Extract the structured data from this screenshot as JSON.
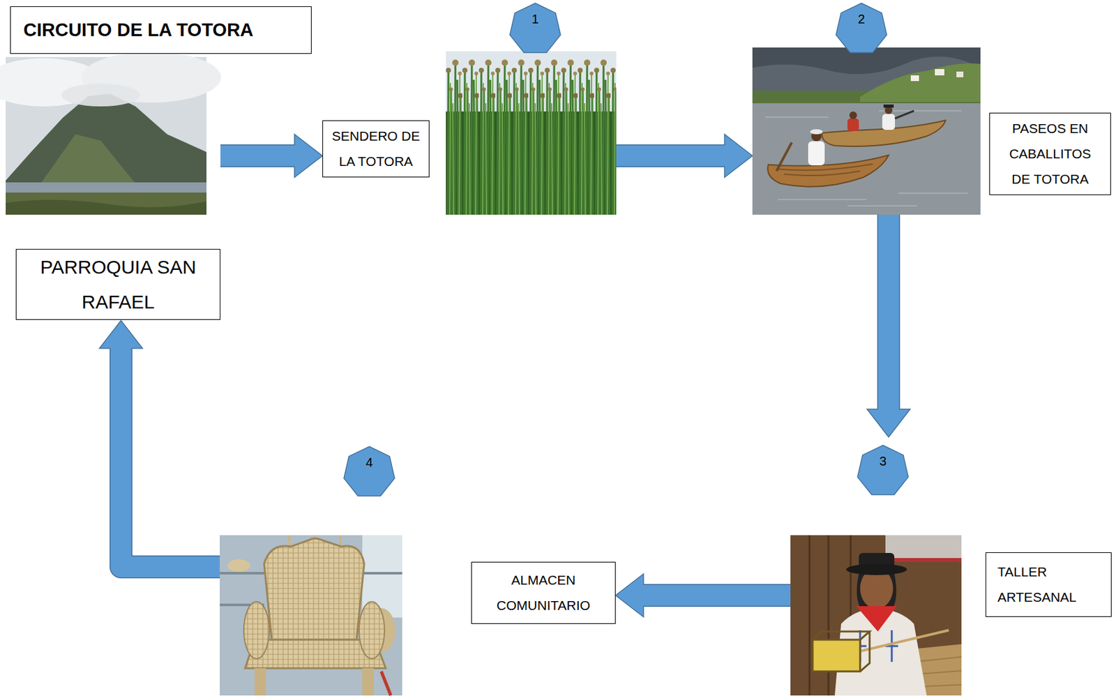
{
  "diagram": {
    "title": "CIRCUITO DE LA TOTORA",
    "nodes": [
      {
        "text": [
          "PARROQUIA SAN RAFAEL"
        ]
      },
      {
        "text": [
          "SENDERO DE LA TOTORA"
        ]
      },
      {
        "text": [
          "PASEOS EN CABALLITOS DE TOTORA"
        ]
      },
      {
        "text": [
          "TALLER ARTESANAL"
        ]
      },
      {
        "text": [
          "ALMACEN COMUNITARIO"
        ]
      }
    ],
    "edges": [
      {
        "from": 0,
        "to": 1,
        "arrow": "to"
      },
      {
        "from": 1,
        "to": 2,
        "arrow": "to"
      },
      {
        "from": 2,
        "to": 3,
        "arrow": "to"
      },
      {
        "from": 3,
        "to": 4,
        "arrow": "to"
      },
      {
        "from": 4,
        "to": 0,
        "arrow": "to"
      }
    ],
    "labels": [
      "1",
      "2",
      "3",
      "4"
    ]
  }
}
